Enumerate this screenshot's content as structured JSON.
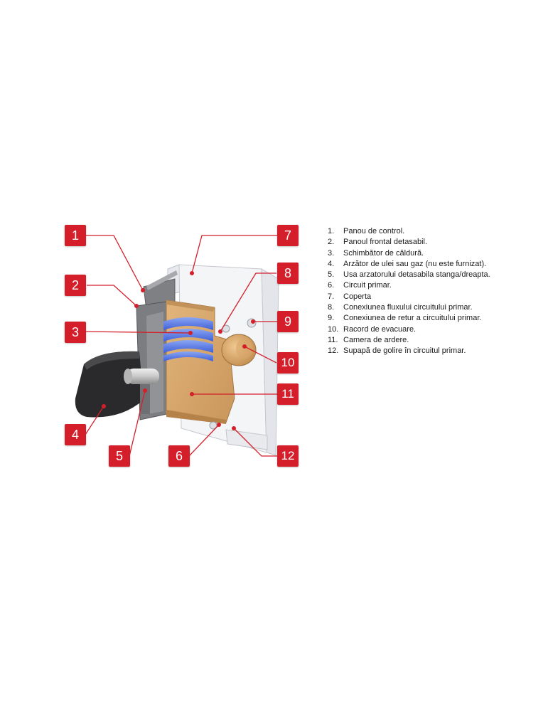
{
  "diagram": {
    "callout_color": "#d41f2b",
    "callouts": [
      "1",
      "2",
      "3",
      "4",
      "5",
      "6",
      "7",
      "8",
      "9",
      "10",
      "11",
      "12"
    ],
    "legend": [
      {
        "num": "1.",
        "text": "Panou de control."
      },
      {
        "num": "2.",
        "text": "Panoul frontal detasabil."
      },
      {
        "num": "3.",
        "text": "Schimbător de căldură."
      },
      {
        "num": "4.",
        "text": "Arzător de ulei sau gaz (nu este furnizat)."
      },
      {
        "num": "5.",
        "text": "Usa arzatorului detasabila stanga/dreapta."
      },
      {
        "num": "6.",
        "text": "Circuit primar."
      },
      {
        "num": "7.",
        "text": "Coperta"
      },
      {
        "num": "8.",
        "text": "Conexiunea fluxului circuitului primar."
      },
      {
        "num": "9.",
        "text": "Conexiunea de retur a circuitului primar."
      },
      {
        "num": "10.",
        "text": "Racord de evacuare."
      },
      {
        "num": "11.",
        "text": "Camera de ardere."
      },
      {
        "num": "12.",
        "text": "Supapă de golire în circuitul primar."
      }
    ]
  }
}
